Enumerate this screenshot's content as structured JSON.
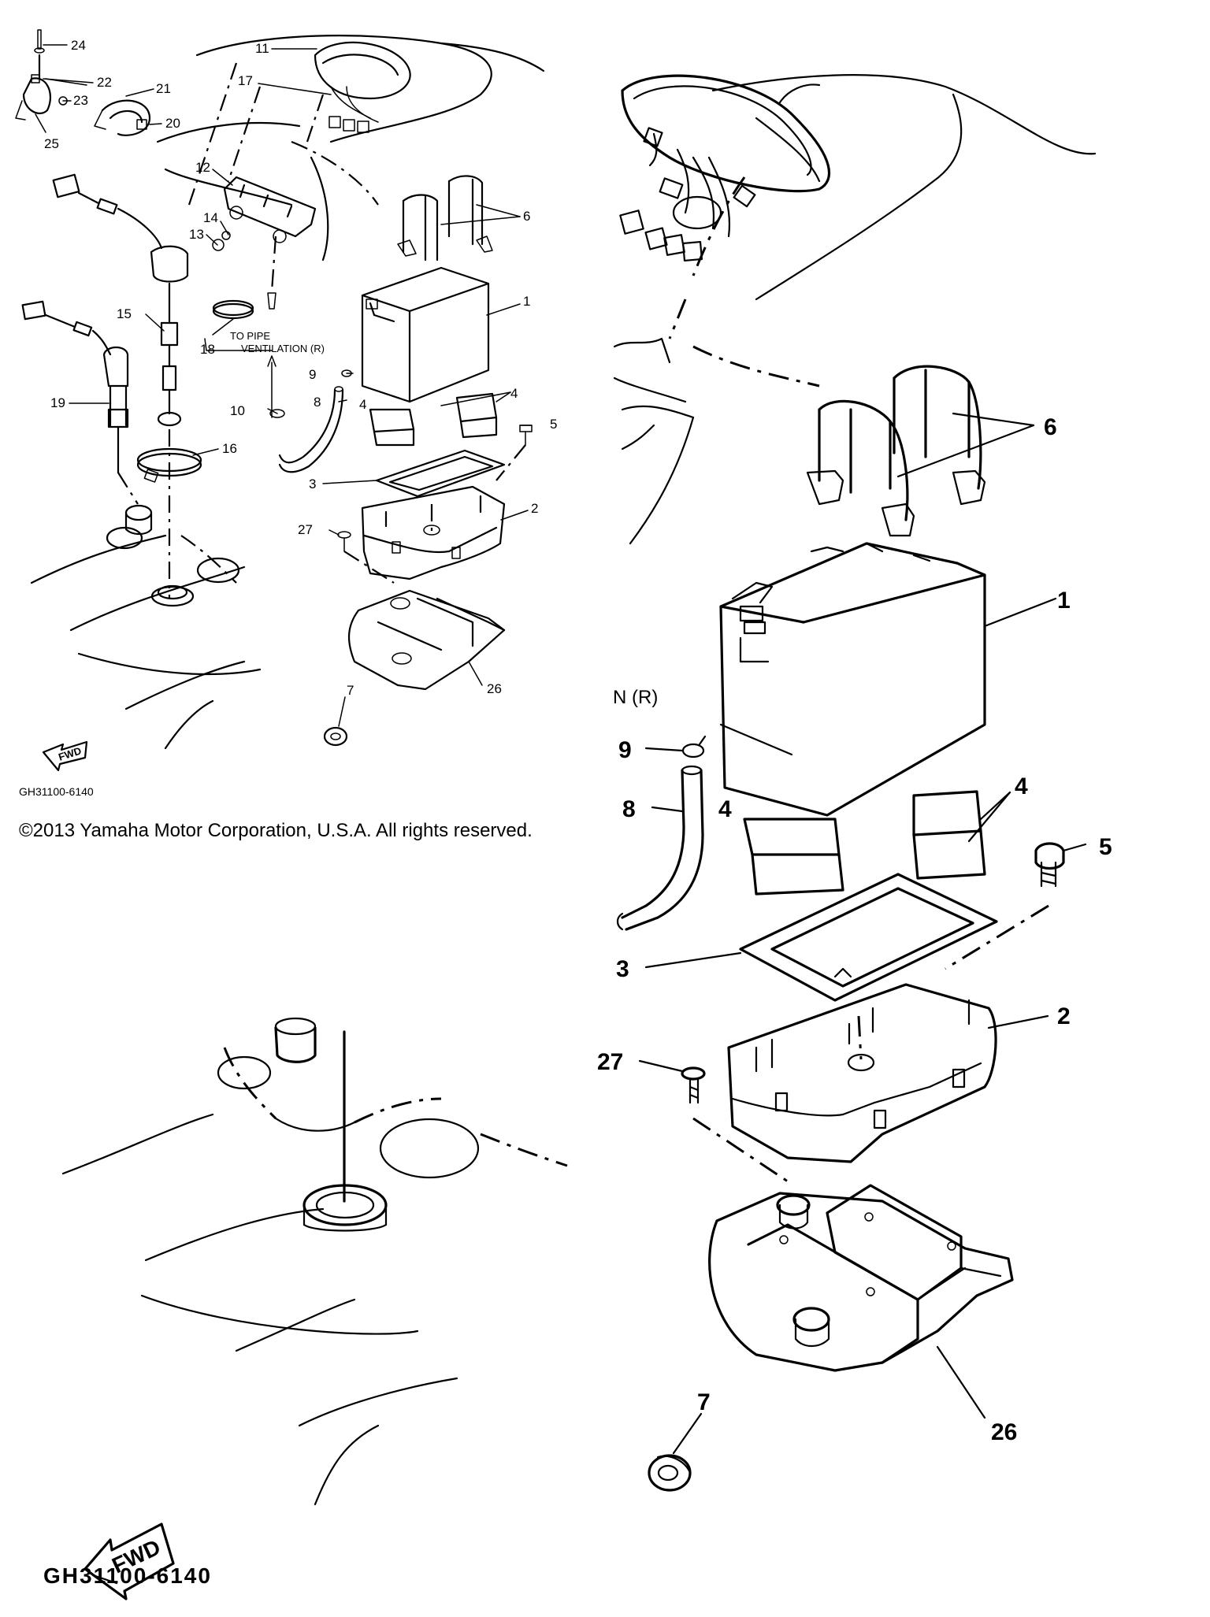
{
  "diagram_id_small": "GH31100-6140",
  "diagram_id_large": "GH31100-6140",
  "copyright": "©2013 Yamaha Motor Corporation, U.S.A. All rights reserved.",
  "fwd_label": "FWD",
  "note_pipe": {
    "line1": "TO PIPE",
    "line2": "VENTILATION (R)",
    "cropped": "N (R)"
  },
  "small_callouts": {
    "c1": "1",
    "c2": "2",
    "c3": "3",
    "c4a": "4",
    "c4b": "4",
    "c5": "5",
    "c6": "6",
    "c7": "7",
    "c8": "8",
    "c9": "9",
    "c10": "10",
    "c11": "11",
    "c12": "12",
    "c13": "13",
    "c14": "14",
    "c15": "15",
    "c16": "16",
    "c17": "17",
    "c18": "18",
    "c19": "19",
    "c20": "20",
    "c21": "21",
    "c22": "22",
    "c23": "23",
    "c24": "24",
    "c25": "25",
    "c26": "26",
    "c27": "27"
  },
  "large_callouts": {
    "c1": "1",
    "c2": "2",
    "c3": "3",
    "c4a": "4",
    "c4b": "4",
    "c5": "5",
    "c6": "6",
    "c7": "7",
    "c8": "8",
    "c9": "9",
    "c26": "26",
    "c27": "27"
  }
}
